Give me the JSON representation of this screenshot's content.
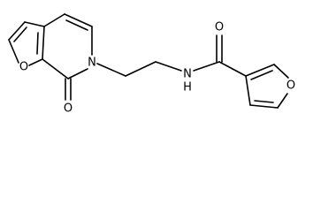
{
  "structure": {
    "atom_labels": {
      "furan_oxygen_left": "O",
      "ring_nitrogen": "N",
      "carbonyl_oxygen_left": "O",
      "amide_nitrogen": "N",
      "amide_hydrogen": "H",
      "carbonyl_oxygen_right": "O",
      "furan_oxygen_right": "O"
    }
  },
  "colors": {
    "bond": "#000000",
    "label": "#000000",
    "background": "#ffffff"
  }
}
